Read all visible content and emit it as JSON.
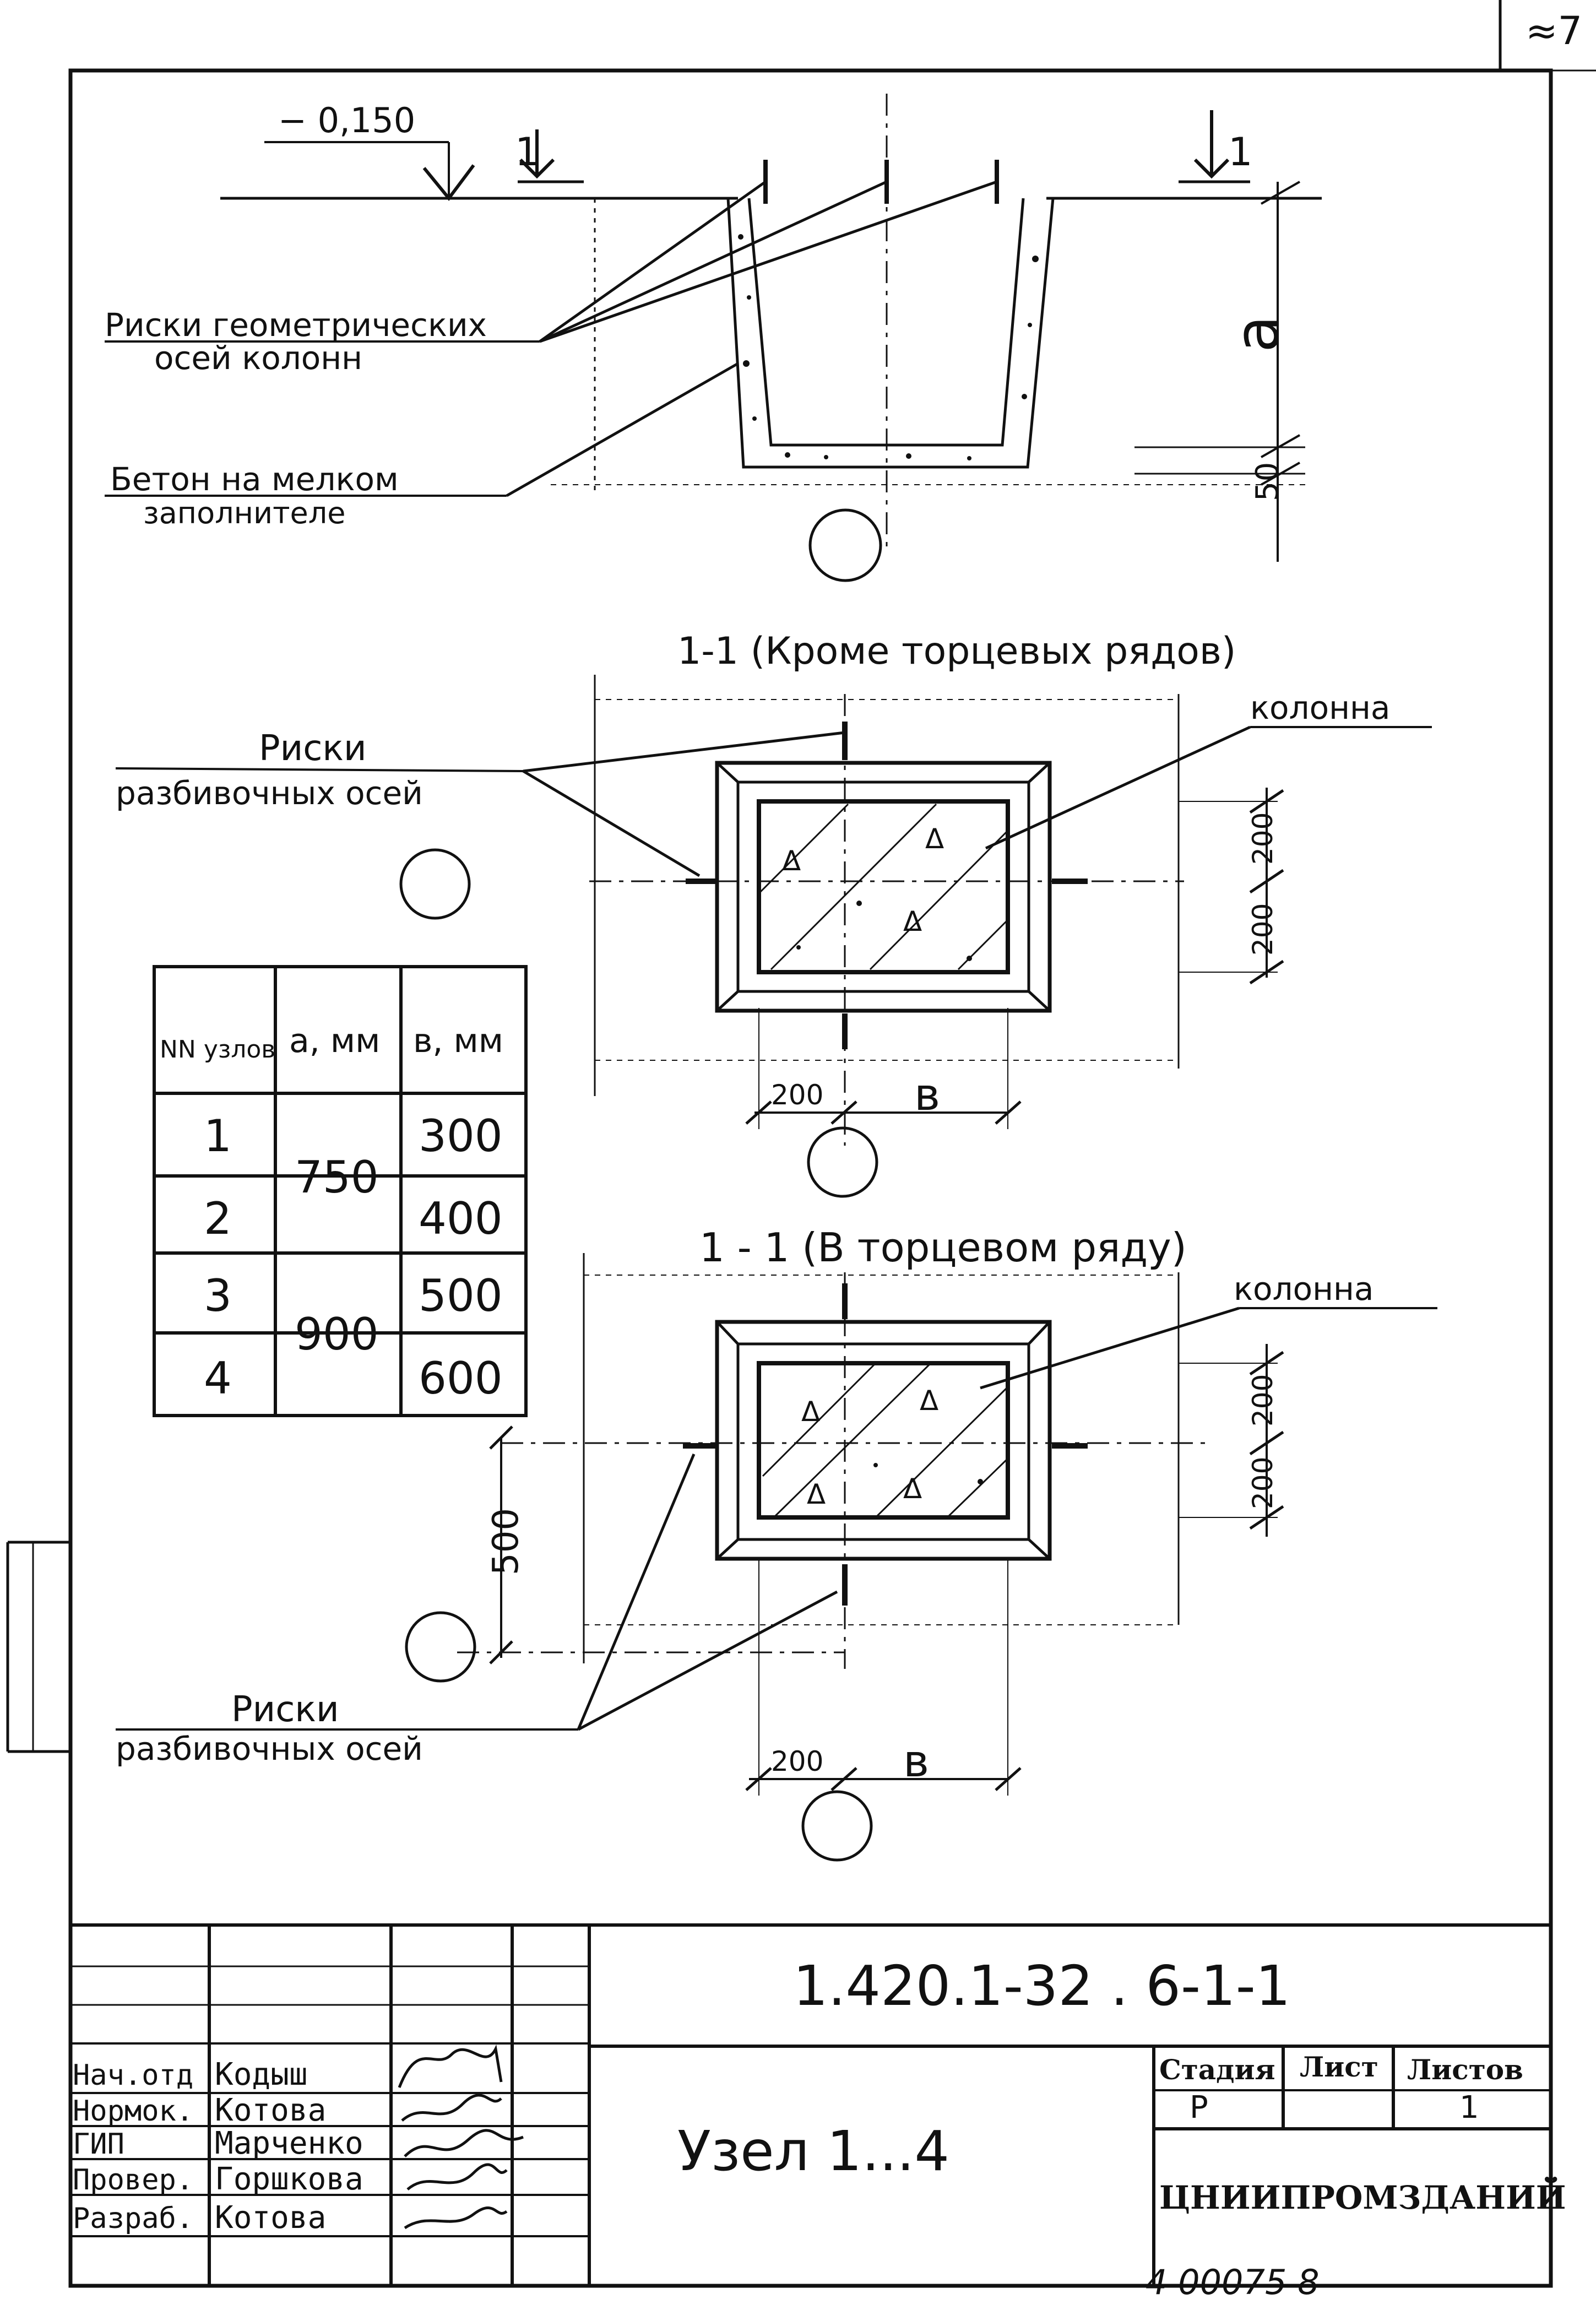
{
  "corner_mark": "≈7",
  "elevation": "− 0,150",
  "section_mark": "1",
  "dim_a": "a",
  "dim_50": "50",
  "dim_200": "200",
  "dim_500": "500",
  "dim_b": "в",
  "notes": {
    "geom_axes_line1": "Риски геометрических",
    "geom_axes_line2": "осей колонн",
    "concrete_line1": "Бетон на мелком",
    "concrete_line2": "заполнителе",
    "layout_axes_line1": "Риски",
    "layout_axes_line2": "разбивочных осей",
    "column": "колонна"
  },
  "sections": {
    "middle": "1-1 (Кроме торцевых рядов)",
    "end": "1 - 1 (В торцевом ряду)"
  },
  "table": {
    "headers": [
      "NN узлов",
      "a, мм",
      "в, мм"
    ],
    "rows": [
      {
        "n": "1",
        "a": "750",
        "b": "300"
      },
      {
        "n": "2",
        "a": "",
        "b": "400"
      },
      {
        "n": "3",
        "a": "900",
        "b": "500"
      },
      {
        "n": "4",
        "a": "",
        "b": "600"
      }
    ]
  },
  "title_block": {
    "code": "1.420.1-32 . 6-1-1",
    "title": "Узел 1...4",
    "stage_label": "Стадия",
    "sheet_label": "Лист",
    "sheets_label": "Листов",
    "stage": "Р",
    "sheets": "1",
    "org": "ЦНИИПРОМЗДАНИЙ",
    "roles": [
      "Нач.отд",
      "Нормок.",
      "ГИП",
      "Провер.",
      "Разраб."
    ],
    "names": [
      "Кодыш",
      "Котова",
      "Марченко",
      "Горшкова",
      "Котова"
    ]
  },
  "footer_number": "4 00075  8"
}
